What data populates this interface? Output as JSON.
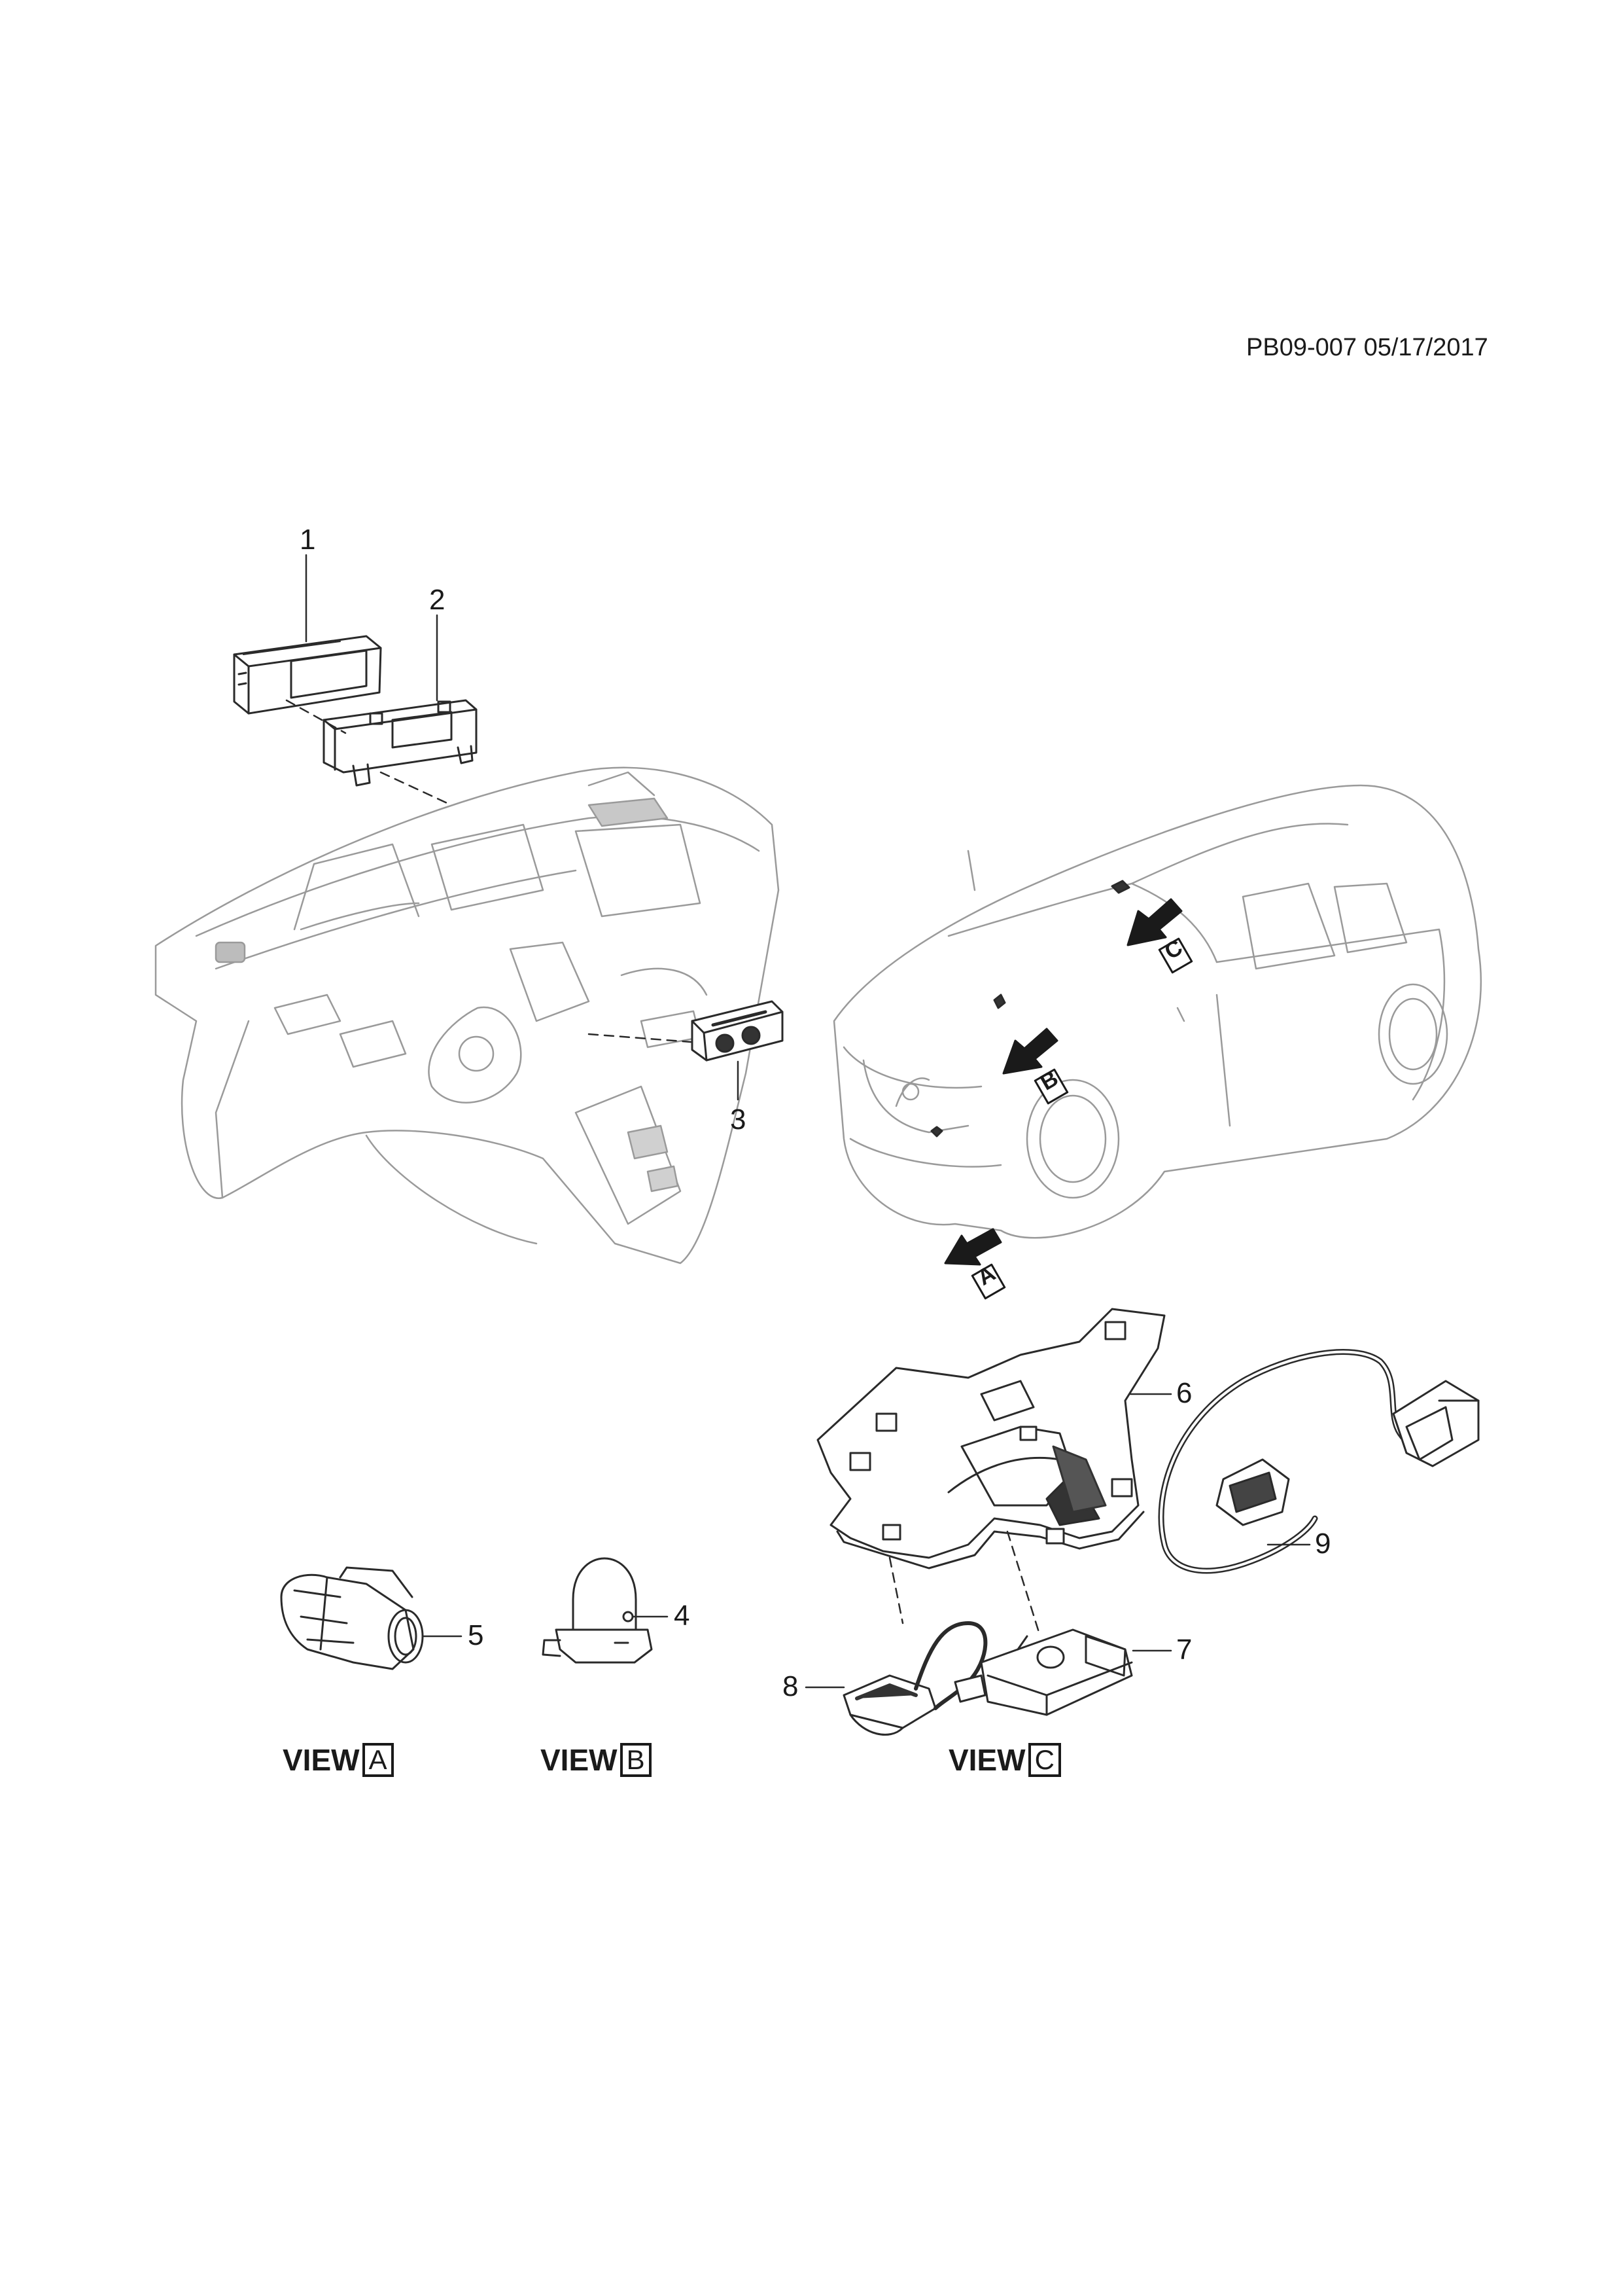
{
  "document_code": "PB09-007 05/17/2017",
  "callouts": [
    "1",
    "2",
    "3",
    "4",
    "5",
    "6",
    "7",
    "8",
    "9"
  ],
  "views": [
    {
      "word": "VIEW",
      "letter": "A"
    },
    {
      "word": "VIEW",
      "letter": "B"
    },
    {
      "word": "VIEW",
      "letter": "C"
    }
  ],
  "car_view_markers": [
    "A",
    "B",
    "C"
  ]
}
